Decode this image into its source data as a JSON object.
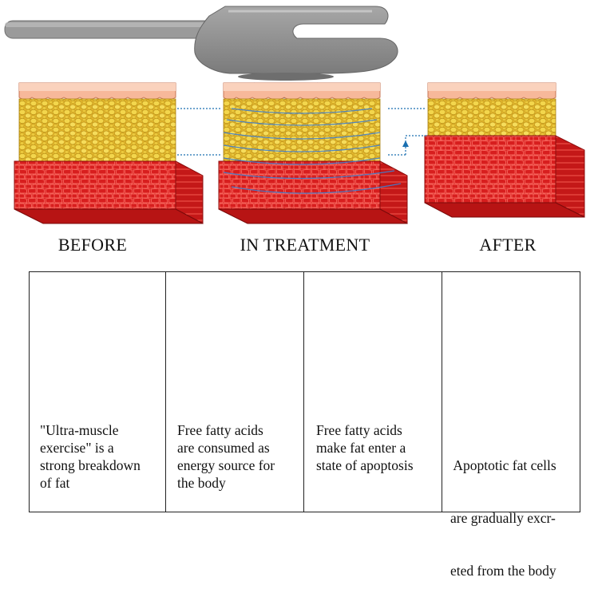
{
  "stages": [
    {
      "label": "BEFORE"
    },
    {
      "label": "IN TREATMENT"
    },
    {
      "label": "AFTER"
    }
  ],
  "panels": [
    {
      "lines": [
        "\"Ultra-muscle",
        "exercise\" is a",
        "strong breakdown",
        "of fat"
      ]
    },
    {
      "lines": [
        "Free fatty acids",
        "are consumed as",
        "energy source for",
        "the body"
      ]
    },
    {
      "lines": [
        "Free fatty acids",
        "make fat enter a",
        "state of apoptosis"
      ]
    },
    {
      "lines": [
        " Apoptotic fat cells",
        "are gradually excr-",
        "eted from the body"
      ]
    }
  ],
  "colors": {
    "skin": "#f3a486",
    "fat": "#e8c53a",
    "muscle": "#d81e1e",
    "arrow": "#e31b1b",
    "handpiece": "#8e8e8e",
    "guide_line": "#1a6fb0",
    "wave": "#3f7fd0",
    "vessel": "#c8643c",
    "fatty_acid": "#3e9a33"
  },
  "icons": [
    "handpiece-icon",
    "tissue-block-icon",
    "blood-vessel-icon",
    "fat-cell-icon",
    "red-arrow-icon"
  ]
}
